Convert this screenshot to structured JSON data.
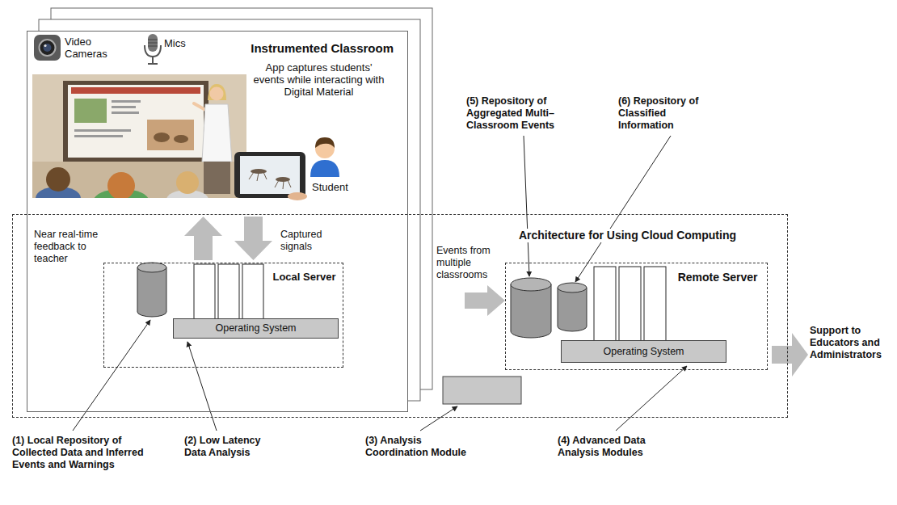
{
  "diagram": {
    "nodes": [
      {
        "text": [
          "Instrumented Classroom"
        ]
      },
      {
        "text": [
          "Architecture for Using Cloud Computing"
        ]
      },
      {
        "text": [
          "Local Server"
        ],
        "in": 1
      },
      {
        "text": [
          "Operating System"
        ],
        "in": 2
      },
      {
        "text": [
          "Remote Server"
        ],
        "in": 1
      },
      {
        "text": [
          "Operating System"
        ],
        "in": 4
      }
    ],
    "labels": [
      "Video Cameras",
      "Mics",
      "App captures students' events while interacting with Digital Material",
      "Student",
      "Near real-time feedback to teacher",
      "Captured signals",
      "Events from multiple classrooms",
      "(5) Repository of Aggregated Multi–Classroom Events",
      "(6) Repository of Classified Information",
      "Support to Educators and Administrators",
      "(1) Local Repository of Collected Data and Inferred Events and Warnings",
      "(2) Low Latency Data Analysis",
      "(3) Analysis Coordination Module",
      "(4) Advanced Data Analysis Modules"
    ]
  }
}
